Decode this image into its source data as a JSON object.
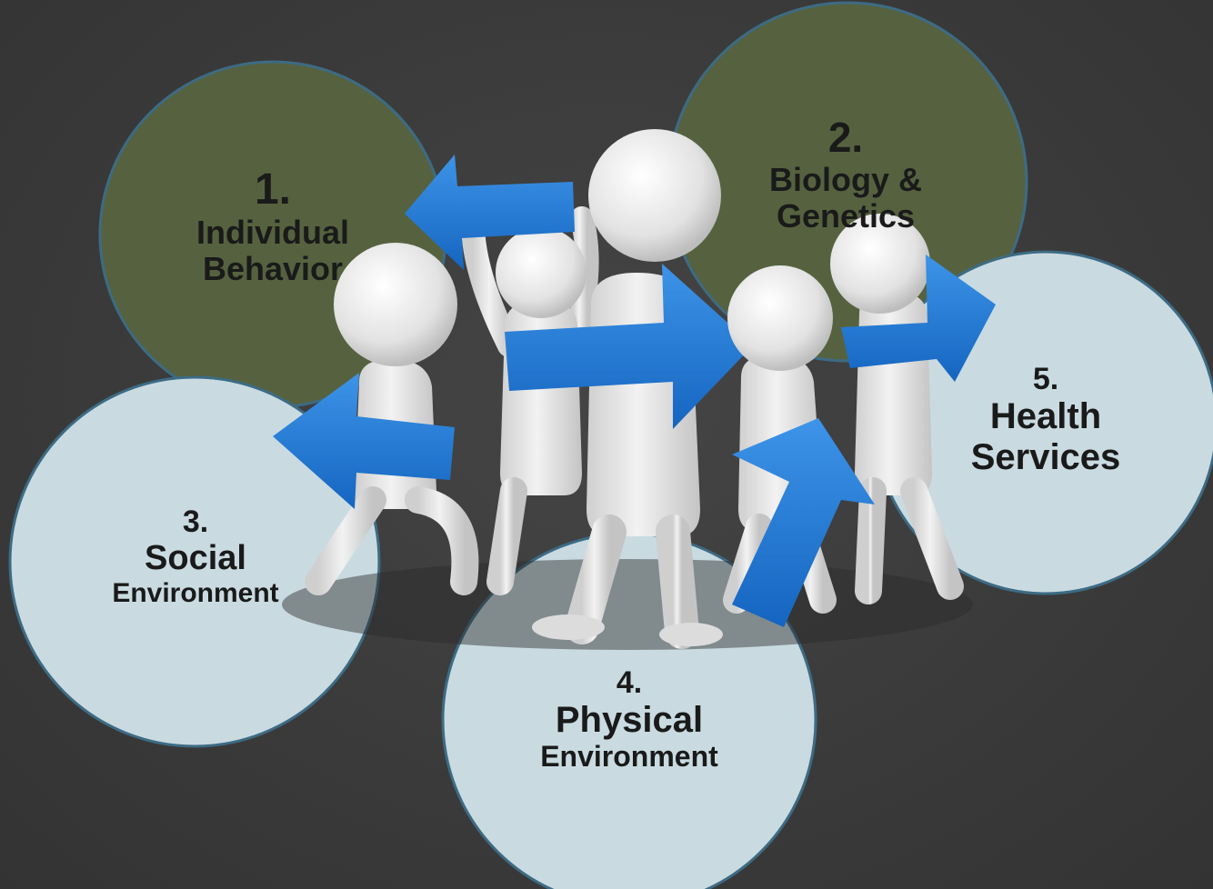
{
  "factors": [
    {
      "number": "1.",
      "name": "Individual",
      "name2": "Behavior",
      "fill": "#56623f"
    },
    {
      "number": "2.",
      "name": "Biology &",
      "name2": "Genetics",
      "fill": "#56623f"
    },
    {
      "number": "3.",
      "name": "Social",
      "name2": "Environment",
      "fill": "#c9dbe1"
    },
    {
      "number": "4.",
      "name": "Physical",
      "name2": "Environment",
      "fill": "#c9dbe1"
    },
    {
      "number": "5.",
      "name": "Health",
      "name2": "Services",
      "fill": "#c9dbe1"
    }
  ],
  "colors": {
    "background": "#3b3b3b",
    "circle_dark": "#56623f",
    "circle_light": "#c9dbe1",
    "circle_stroke": "#3d6b84",
    "arrow_blue": "#1f78d1",
    "figure": "#e6e6e6"
  }
}
